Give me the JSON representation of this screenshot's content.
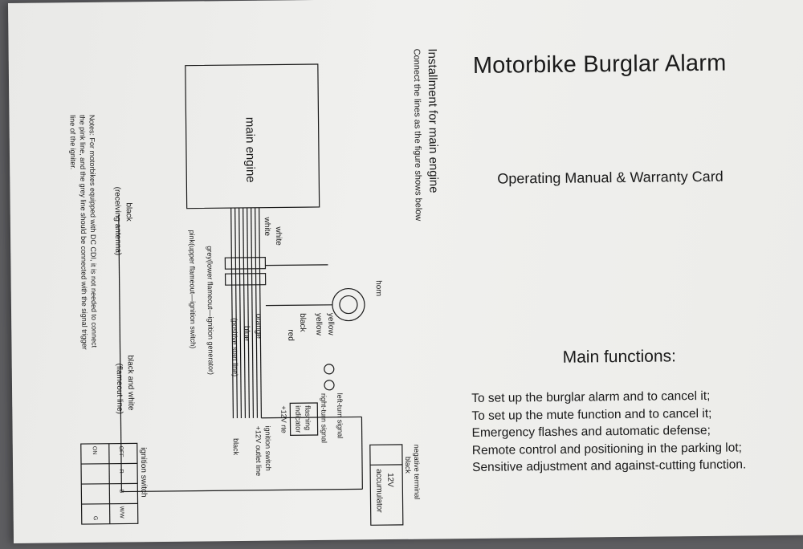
{
  "page": {
    "title": "Motorbike Burglar Alarm",
    "subtitle": "Operating Manual & Warranty Card",
    "main_functions_heading": "Main functions:",
    "main_functions": [
      "To set up the burglar alarm and to cancel it;",
      "To set up the mute function and to cancel it;",
      "Emergency flashes and automatic defense;",
      "Remote control and positioning in the parking lot;",
      "Sensitive adjustment and against-cutting function."
    ]
  },
  "diagram": {
    "heading": "Installment for main engine",
    "instruction": "Connect the lines as the figure shows below",
    "main_engine": "main engine",
    "horn": "horn",
    "white_left": "white",
    "white_right": "white",
    "yellow_1": "yellow",
    "yellow_2": "yellow",
    "black": "black",
    "red": "red",
    "orange": "orange",
    "blue": "blue",
    "positive_start": "(positive start line)",
    "grey_line": "grey(lower flameout—ignition generator)",
    "pink_line": "pink(upper flameout—ignition switch)",
    "left_turn": "left-turn signal",
    "right_turn": "right-turn signal",
    "plus12_rte": "+12V rte",
    "flashing_indicator": [
      "flashing",
      "indicator"
    ],
    "ignition_outlet": [
      "ignition switch",
      "+12V outlet line"
    ],
    "black_2": "black",
    "negative_terminal": [
      "negative terminal",
      "black"
    ],
    "accumulator": [
      "12V",
      "accumulator"
    ],
    "ignition_switch": "ignition switch",
    "switch_table": {
      "off_on": [
        "OFF",
        "ON"
      ],
      "cols": [
        "R",
        "B",
        "W/W",
        "G"
      ]
    },
    "antenna": [
      "black",
      "(receiving antenna)"
    ],
    "flameout": [
      "black and white",
      "(flameout line)"
    ],
    "notes": [
      "Notes: For motorbikes equipped with DC CDI, it is not needed to connect",
      "the pink line, and the grey line should be connected with the signal trigger",
      "line of the igniter."
    ]
  }
}
